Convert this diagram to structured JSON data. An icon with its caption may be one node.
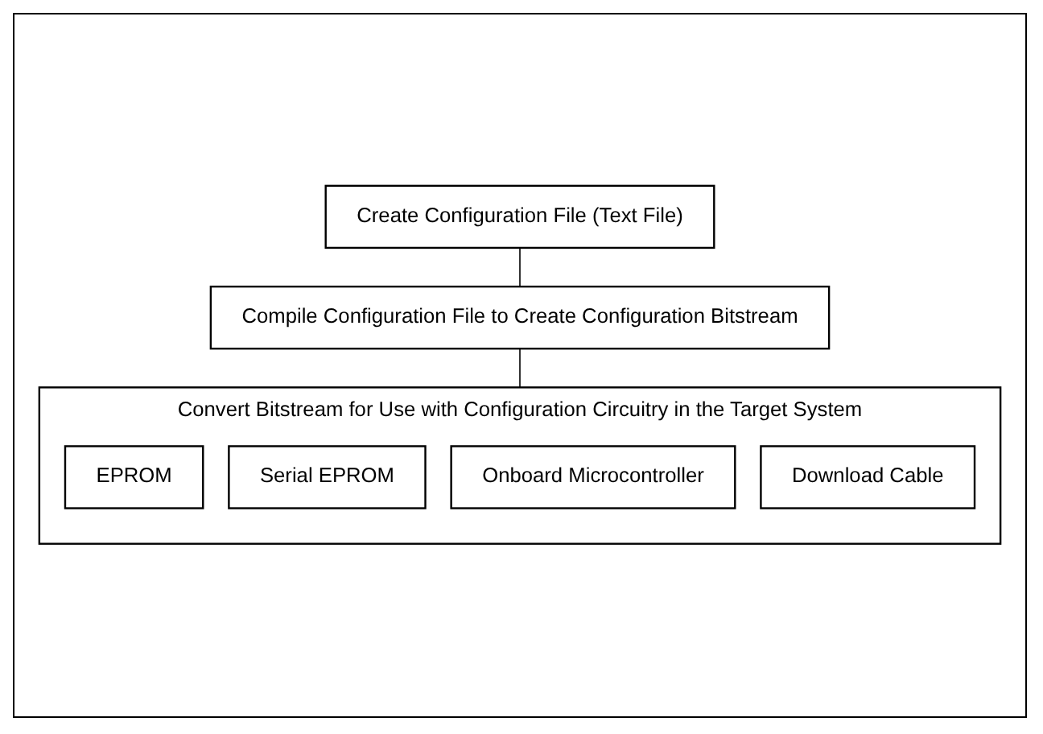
{
  "diagram": {
    "nodes": [
      {
        "text": [
          "Create Configuration File (Text File)"
        ]
      },
      {
        "text": [
          "Compile Configuration File to Create Configuration Bitstream"
        ]
      },
      {
        "text": [
          "Convert Bitstream for Use with Configuration Circuitry in the Target System"
        ]
      },
      {
        "text": [
          "EPROM"
        ],
        "in": 2
      },
      {
        "text": [
          "Serial EPROM"
        ],
        "in": 2
      },
      {
        "text": [
          "Onboard Microcontroller"
        ],
        "in": 2
      },
      {
        "text": [
          "Download Cable"
        ],
        "in": 2
      }
    ],
    "edges": [
      {
        "from": 0,
        "to": 1,
        "arrow": "none"
      },
      {
        "from": 1,
        "to": 2,
        "arrow": "none"
      }
    ]
  }
}
